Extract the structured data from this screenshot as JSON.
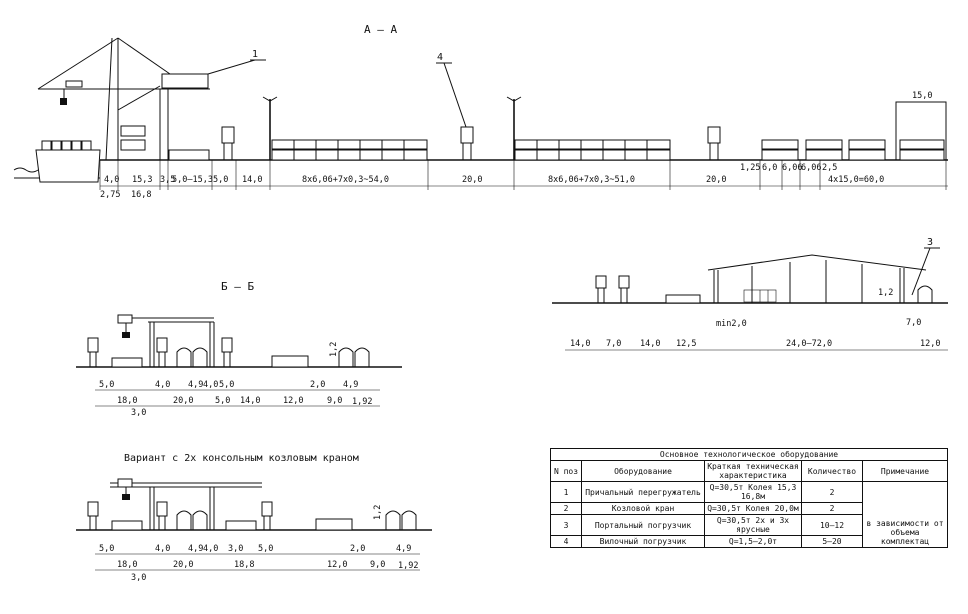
{
  "sections": {
    "aa": "А — А",
    "bb": "Б — Б",
    "variant": "Вариант с 2х консольным козловым краном"
  },
  "callouts": [
    "1",
    "3",
    "4"
  ],
  "dims_aa_top": [
    "4,0",
    "15,3",
    "3,5",
    "5,0–15,3",
    "5,0",
    "14,0",
    "8x6,06+7x0,3~54,0",
    "20,0",
    "8x6,06+7x0,3~51,0",
    "20,0",
    "1,25",
    "6,0",
    "6,06",
    "6,06",
    "2,5",
    "4x15,0=60,0",
    "15,0"
  ],
  "dims_aa_bottom": [
    "2,75",
    "16,8"
  ],
  "dims_bb": [
    "5,0",
    "4,0",
    "4,9",
    "4,0",
    "5,0",
    "2,0",
    "4,9",
    "18,0",
    "20,0",
    "5,0",
    "14,0",
    "12,0",
    "9,0",
    "3,0",
    "1,2",
    "1,92"
  ],
  "dims_variant": [
    "5,0",
    "4,0",
    "4,9",
    "4,0",
    "3,0",
    "5,0",
    "2,0",
    "4,9",
    "18,0",
    "20,0",
    "18,8",
    "12,0",
    "9,0",
    "3,0",
    "1,2",
    "1,92"
  ],
  "dims_warehouse": [
    "14,0",
    "7,0",
    "14,0",
    "12,5",
    "min2,0",
    "24,0–72,0",
    "1,2",
    "7,0",
    "12,0"
  ],
  "table": {
    "title": "Основное технологическое оборудование",
    "headers": [
      "N поз",
      "Оборудование",
      "Краткая техническая характеристика",
      "Количество",
      "Примечание"
    ],
    "rows": [
      {
        "n": "1",
        "name": "Причальный перегружатель",
        "spec": "Q=30,5т Колея 15,3 16,8м",
        "qty": "2"
      },
      {
        "n": "2",
        "name": "Козловой кран",
        "spec": "Q=30,5т Колея 20,0м",
        "qty": "2"
      },
      {
        "n": "3",
        "name": "Портальный погрузчик",
        "spec": "Q=30,5т 2х и 3х ярусные",
        "qty": "10–12"
      },
      {
        "n": "4",
        "name": "Вилочный погрузчик",
        "spec": "Q=1,5–2,0т",
        "qty": "5–20"
      }
    ],
    "note": "в зависимости от объема комплектац"
  }
}
